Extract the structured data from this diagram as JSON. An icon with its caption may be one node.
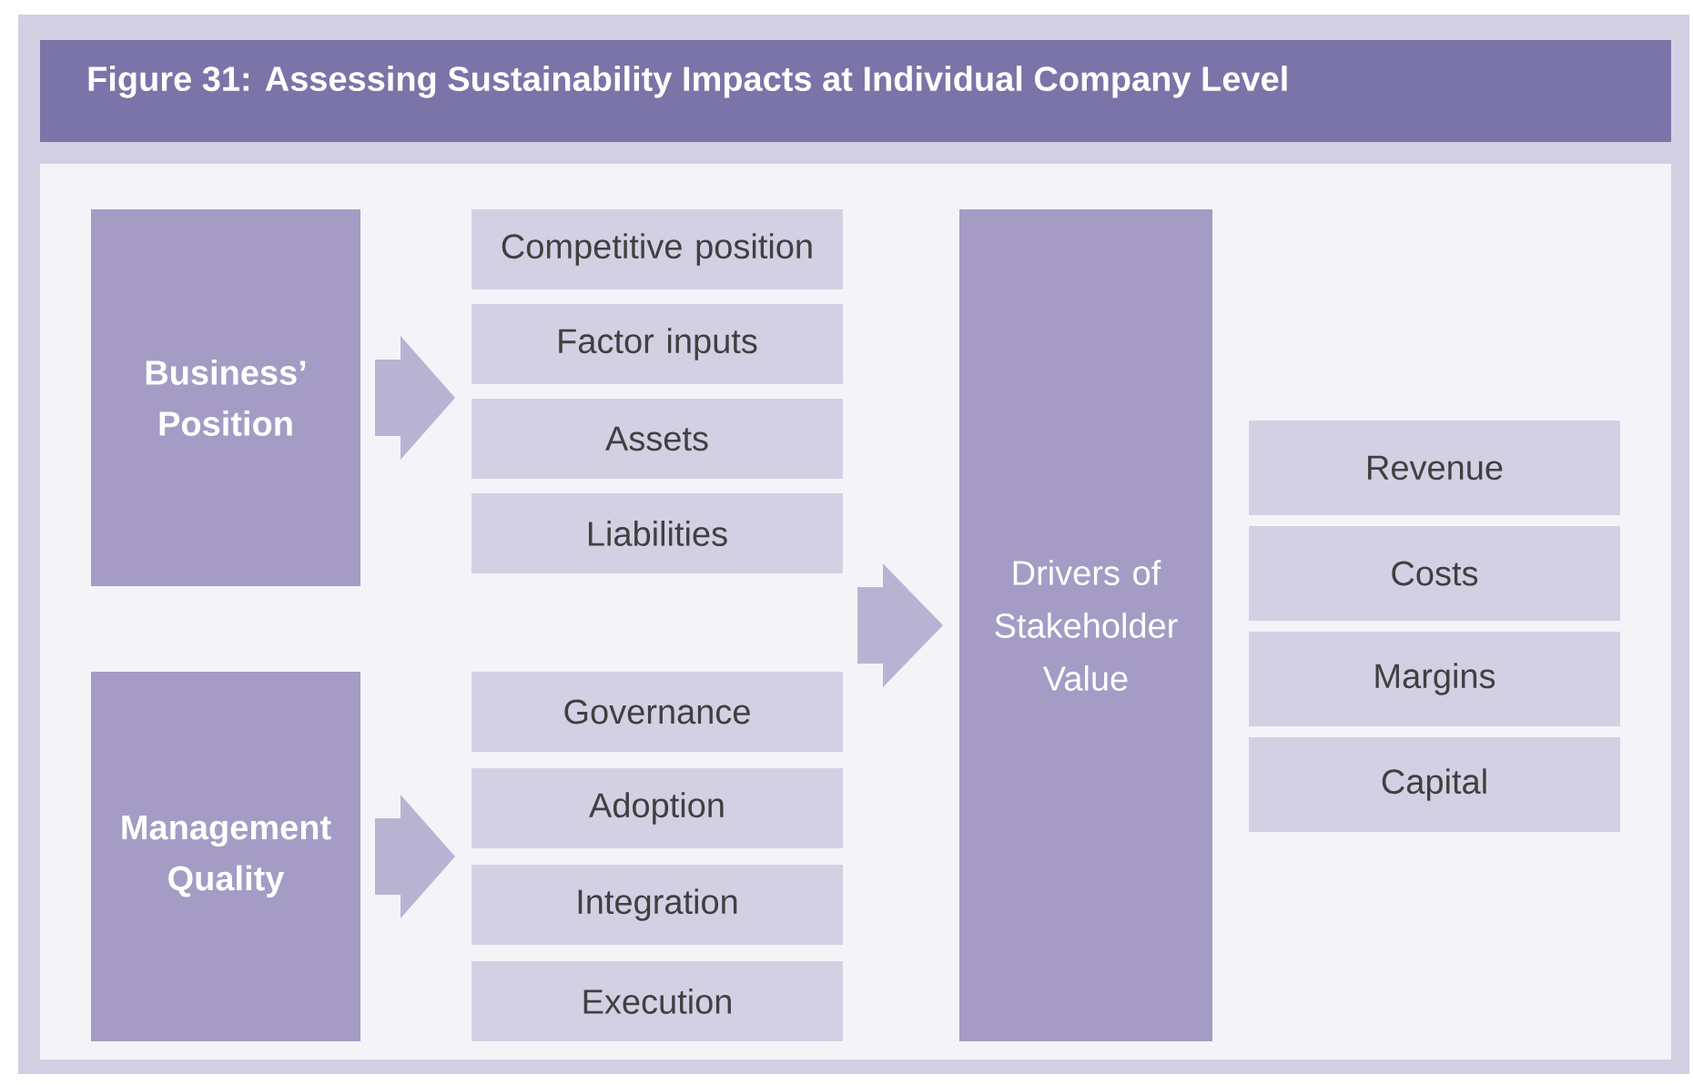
{
  "diagram": {
    "title": "Figure 31: Assessing Sustainability Impacts at Individual Company Level",
    "nodes": [
      {
        "text": [
          "Business’ Position"
        ]
      },
      {
        "text": [
          "Competitive position"
        ]
      },
      {
        "text": [
          "Factor inputs"
        ]
      },
      {
        "text": [
          "Assets"
        ]
      },
      {
        "text": [
          "Liabilities"
        ]
      },
      {
        "text": [
          "Management Quality"
        ]
      },
      {
        "text": [
          "Governance"
        ]
      },
      {
        "text": [
          "Adoption"
        ]
      },
      {
        "text": [
          "Integration"
        ]
      },
      {
        "text": [
          "Execution"
        ]
      },
      {
        "text": [
          "Drivers of Stakeholder Value"
        ]
      },
      {
        "text": [
          "Revenue"
        ]
      },
      {
        "text": [
          "Costs"
        ]
      },
      {
        "text": [
          "Margins"
        ]
      },
      {
        "text": [
          "Capital"
        ]
      }
    ],
    "edges": [
      {
        "from": 0,
        "to": 1,
        "arrow": "to"
      },
      {
        "from": 0,
        "to": 2,
        "arrow": "to"
      },
      {
        "from": 0,
        "to": 3,
        "arrow": "to"
      },
      {
        "from": 0,
        "to": 4,
        "arrow": "to"
      },
      {
        "from": 5,
        "to": 6,
        "arrow": "to"
      },
      {
        "from": 5,
        "to": 7,
        "arrow": "to"
      },
      {
        "from": 5,
        "to": 8,
        "arrow": "to"
      },
      {
        "from": 5,
        "to": 9,
        "arrow": "to"
      },
      {
        "from": 4,
        "to": 10,
        "arrow": "to"
      },
      {
        "from": 6,
        "to": 10,
        "arrow": "to"
      }
    ]
  }
}
